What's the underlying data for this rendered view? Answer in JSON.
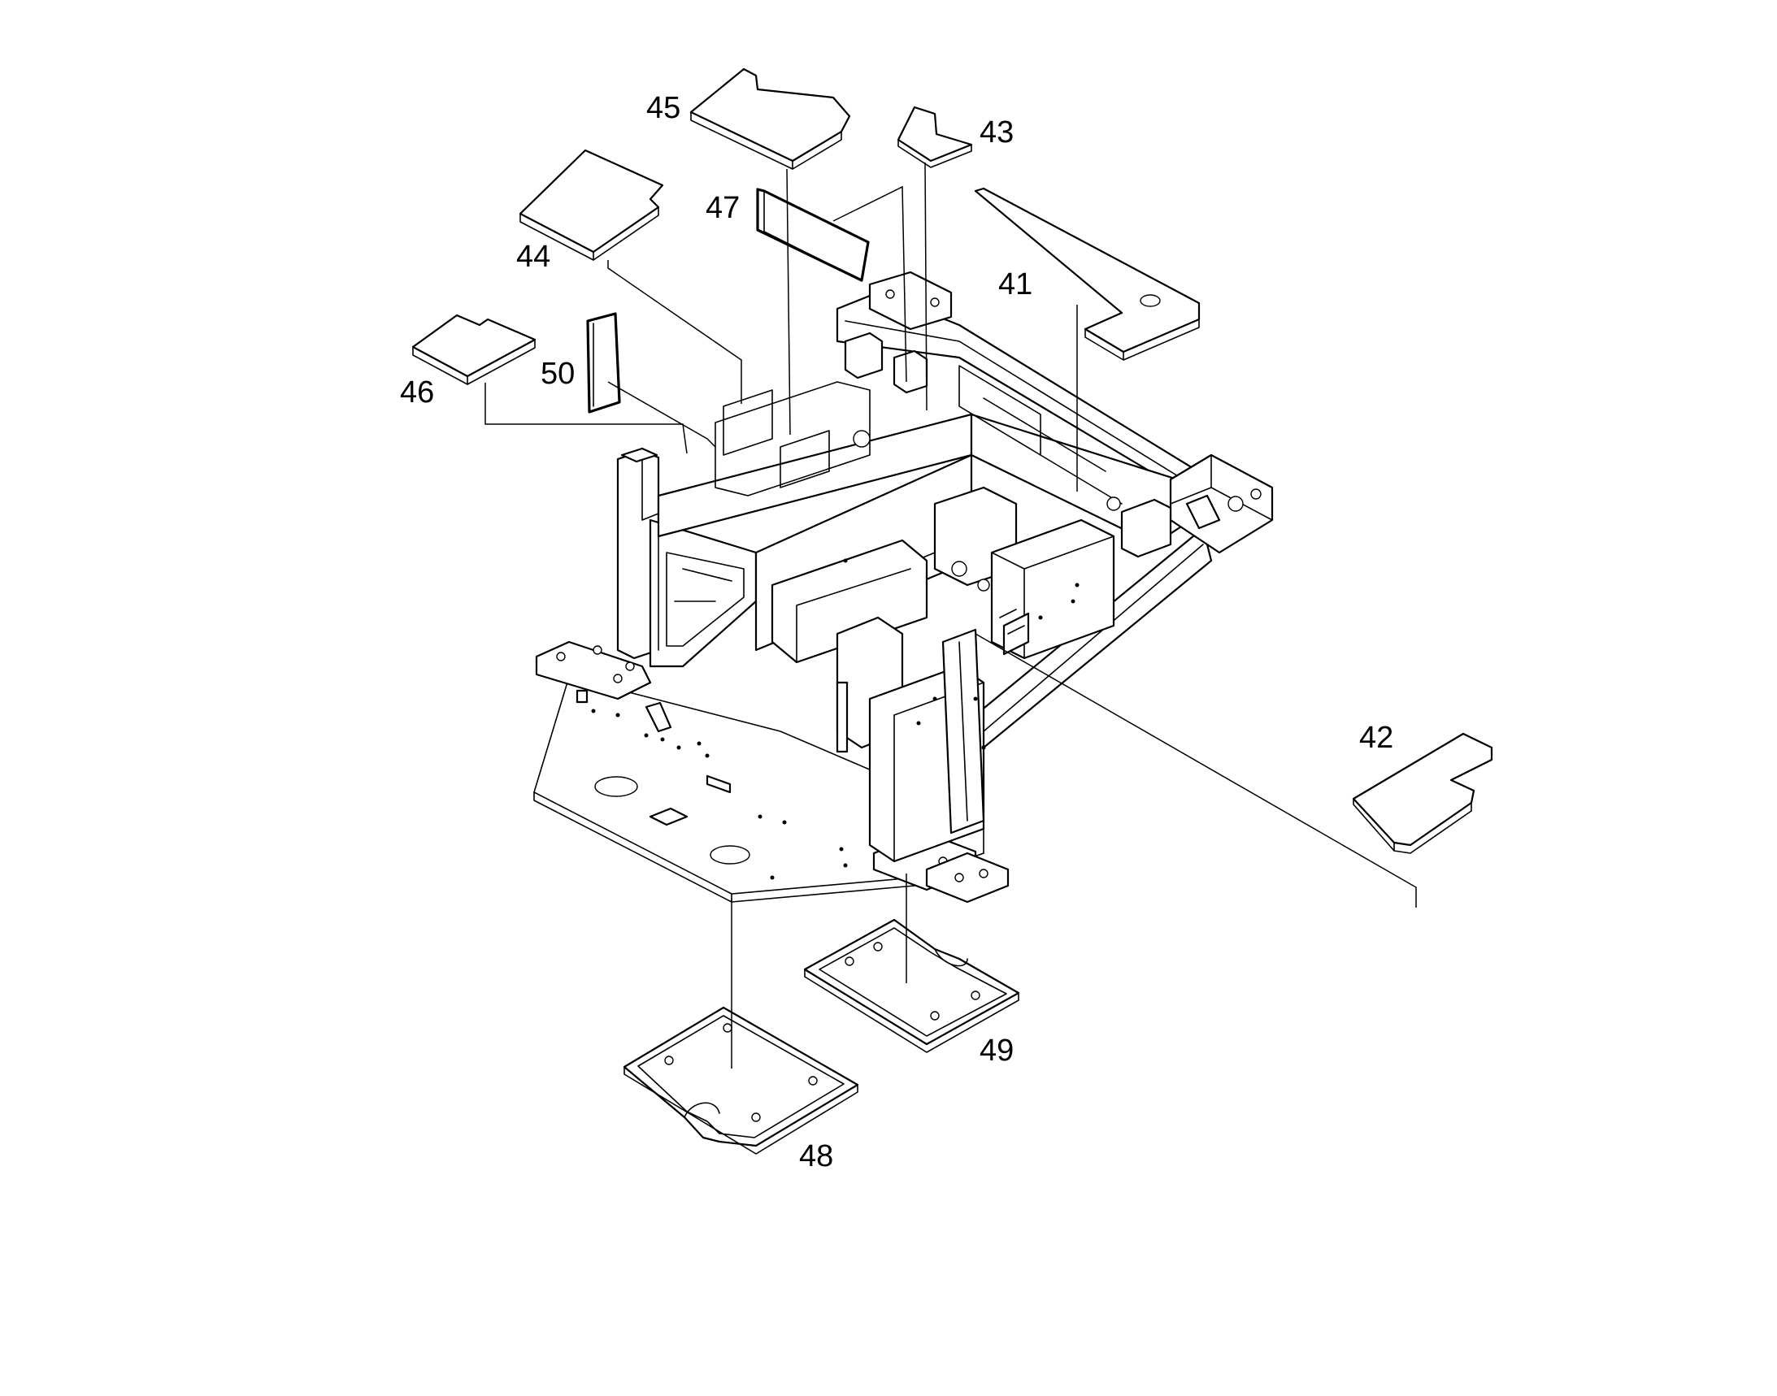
{
  "callouts": {
    "c41": "41",
    "c42": "42",
    "c43": "43",
    "c44": "44",
    "c45": "45",
    "c46": "46",
    "c47": "47",
    "c48": "48",
    "c49": "49",
    "c50": "50"
  }
}
